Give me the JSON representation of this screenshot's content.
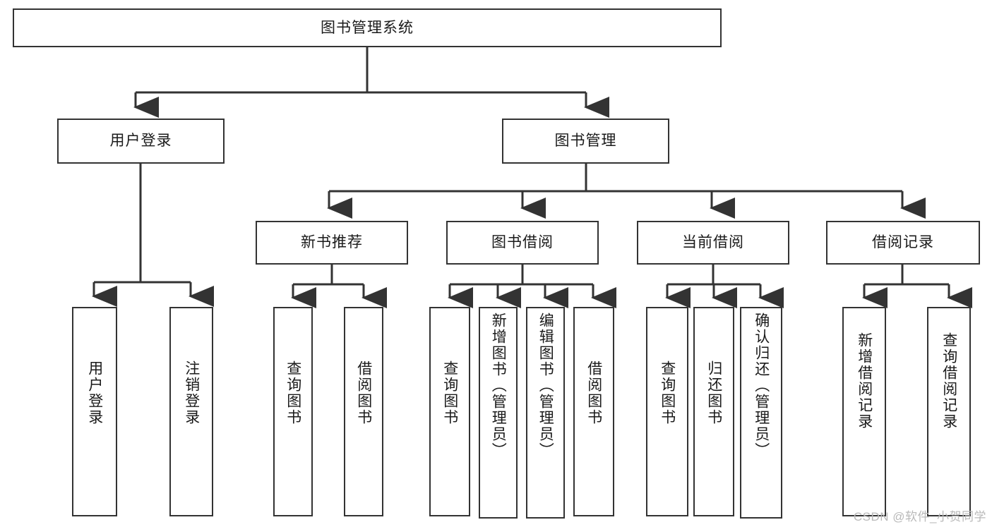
{
  "diagram": {
    "title": "图书管理系统",
    "watermark": "CSDN @软件_小贺同学",
    "colors": {
      "box_border": "#333333",
      "box_fill": "#ffffff",
      "connector": "#333333",
      "text": "#1a1a1a",
      "watermark": "#b9b9b9",
      "background": "#ffffff"
    },
    "levels": {
      "root": "图书管理系统",
      "level2": [
        "用户登录",
        "图书管理"
      ],
      "level3": [
        "新书推荐",
        "图书借阅",
        "当前借阅",
        "借阅记录"
      ]
    },
    "nodes": {
      "root": {
        "label": "图书管理系统"
      },
      "user_login": {
        "label": "用户登录"
      },
      "book_mgmt": {
        "label": "图书管理"
      },
      "new_book_rec": {
        "label": "新书推荐"
      },
      "book_borrow": {
        "label": "图书借阅"
      },
      "current_borrow": {
        "label": "当前借阅"
      },
      "borrow_record": {
        "label": "借阅记录"
      },
      "leaf_user_login": {
        "label": "用户登录"
      },
      "leaf_logout": {
        "label": "注销登录"
      },
      "leaf_query_book_1": {
        "label": "查询图书"
      },
      "leaf_borrow_book_1": {
        "label": "借阅图书"
      },
      "leaf_query_book_2": {
        "label": "查询图书"
      },
      "leaf_add_book_admin": {
        "label": "新增图书（管理员）"
      },
      "leaf_edit_book_admin": {
        "label": "编辑图书（管理员）"
      },
      "leaf_borrow_book_2": {
        "label": "借阅图书"
      },
      "leaf_query_book_3": {
        "label": "查询图书"
      },
      "leaf_return_book": {
        "label": "归还图书"
      },
      "leaf_confirm_return_admin": {
        "label": "确认归还（管理员）"
      },
      "leaf_add_record": {
        "label": "新增借阅记录"
      },
      "leaf_query_record": {
        "label": "查询借阅记录"
      }
    },
    "edges": [
      {
        "from": "root",
        "to": "user_login"
      },
      {
        "from": "root",
        "to": "book_mgmt"
      },
      {
        "from": "user_login",
        "to": "leaf_user_login"
      },
      {
        "from": "user_login",
        "to": "leaf_logout"
      },
      {
        "from": "book_mgmt",
        "to": "new_book_rec"
      },
      {
        "from": "book_mgmt",
        "to": "book_borrow"
      },
      {
        "from": "book_mgmt",
        "to": "current_borrow"
      },
      {
        "from": "book_mgmt",
        "to": "borrow_record"
      },
      {
        "from": "new_book_rec",
        "to": "leaf_query_book_1"
      },
      {
        "from": "new_book_rec",
        "to": "leaf_borrow_book_1"
      },
      {
        "from": "book_borrow",
        "to": "leaf_query_book_2"
      },
      {
        "from": "book_borrow",
        "to": "leaf_add_book_admin"
      },
      {
        "from": "book_borrow",
        "to": "leaf_edit_book_admin"
      },
      {
        "from": "book_borrow",
        "to": "leaf_borrow_book_2"
      },
      {
        "from": "current_borrow",
        "to": "leaf_query_book_3"
      },
      {
        "from": "current_borrow",
        "to": "leaf_return_book"
      },
      {
        "from": "current_borrow",
        "to": "leaf_confirm_return_admin"
      },
      {
        "from": "borrow_record",
        "to": "leaf_add_record"
      },
      {
        "from": "borrow_record",
        "to": "leaf_query_record"
      }
    ]
  }
}
